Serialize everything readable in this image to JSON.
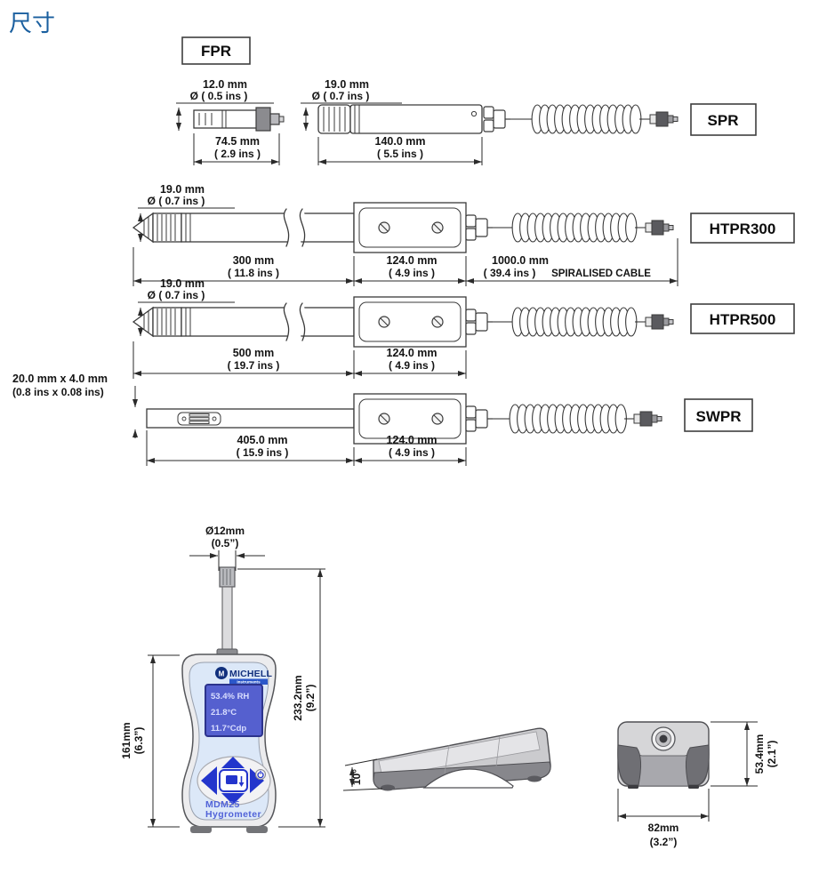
{
  "title": "尺寸",
  "accent_color": "#1a5f9f",
  "probes": {
    "fpr": {
      "label": "FPR",
      "dia_line1": "12.0 mm",
      "dia_line2": "Ø ( 0.5 ins )",
      "len_line1": "74.5 mm",
      "len_line2": "( 2.9 ins )"
    },
    "spr": {
      "label": "SPR",
      "dia_line1": "19.0 mm",
      "dia_line2": "Ø ( 0.7 ins )",
      "len_line1": "140.0 mm",
      "len_line2": "( 5.5 ins )"
    },
    "htpr300": {
      "label": "HTPR300",
      "dia_line1": "19.0 mm",
      "dia_line2": "Ø ( 0.7 ins )",
      "len_line1": "300 mm",
      "len_line2": "( 11.8 ins )",
      "handle_line1": "124.0 mm",
      "handle_line2": "( 4.9 ins )",
      "cable_line1": "1000.0 mm",
      "cable_line2": "( 39.4 ins )",
      "cable_note": "SPIRALISED CABLE"
    },
    "htpr500": {
      "label": "HTPR500",
      "dia_line1": "19.0 mm",
      "dia_line2": "Ø ( 0.7 ins )",
      "len_line1": "500 mm",
      "len_line2": "( 19.7 ins )",
      "handle_line1": "124.0 mm",
      "handle_line2": "( 4.9 ins )"
    },
    "swpr": {
      "label": "SWPR",
      "size_line1": "20.0 mm x 4.0 mm",
      "size_line2": "(0.8 ins x 0.08 ins)",
      "len_line1": "405.0 mm",
      "len_line2": "( 15.9 ins )",
      "handle_line1": "124.0 mm",
      "handle_line2": "( 4.9 ins )"
    }
  },
  "device": {
    "brand": "MICHELL",
    "brand_sub": "Instruments",
    "display": {
      "line1": "53.4% RH",
      "line2": "21.8°C",
      "line3": "11.7°Cdp"
    },
    "model_line1": "MDM25",
    "model_line2": "Hygrometer",
    "probe_dia_line1": "Ø12mm",
    "probe_dia_line2": "(0.5”)",
    "height_line1": "233.2mm",
    "height_line2": "(9.2”)",
    "body_height_line1": "161mm",
    "body_height_line2": "(6.3”)",
    "tilt_angle": "10°",
    "end_width_line1": "82mm",
    "end_width_line2": "(3.2”)",
    "end_height_line1": "53.4mm",
    "end_height_line2": "(2.1”)"
  }
}
